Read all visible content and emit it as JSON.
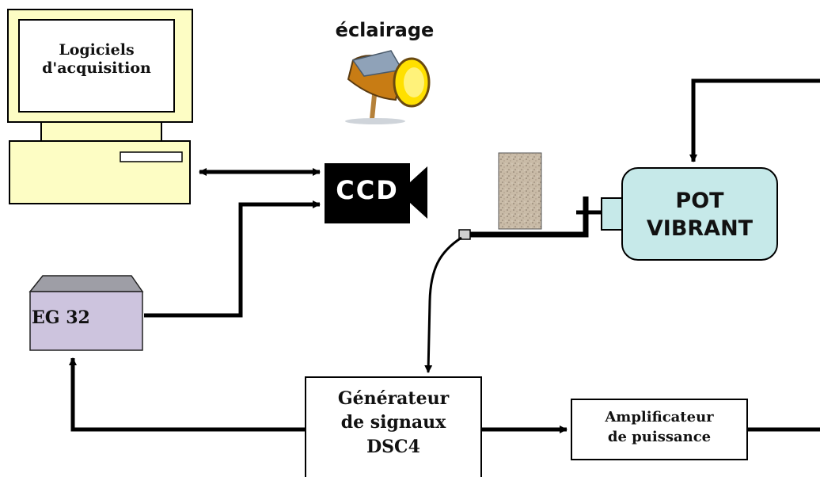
{
  "blocks": {
    "computer_label": "Logiciels d'acquisition",
    "lighting_label": "éclairage",
    "camera_label": "CCD",
    "shaker_label_line1": "POT",
    "shaker_label_line2": "VIBRANT",
    "eg32_label": "EG 32",
    "generator_label_line1": "Générateur",
    "generator_label_line2": "de signaux",
    "generator_label_line3": "DSC4",
    "amplifier_label_line1": "Amplificateur",
    "amplifier_label_line2": "de puissance"
  },
  "colors": {
    "computer_beige": "#fdfdc4",
    "shaker_cyan": "#c6e9e9",
    "eg32_lavender": "#cdc4de",
    "lamp_brown": "#c87c14",
    "lamp_yellow": "#ffe000"
  },
  "icons": [
    "computer-icon",
    "spotlight-icon",
    "camera-icon",
    "sample-block-icon",
    "vibration-pot-icon",
    "eg32-box-icon"
  ]
}
